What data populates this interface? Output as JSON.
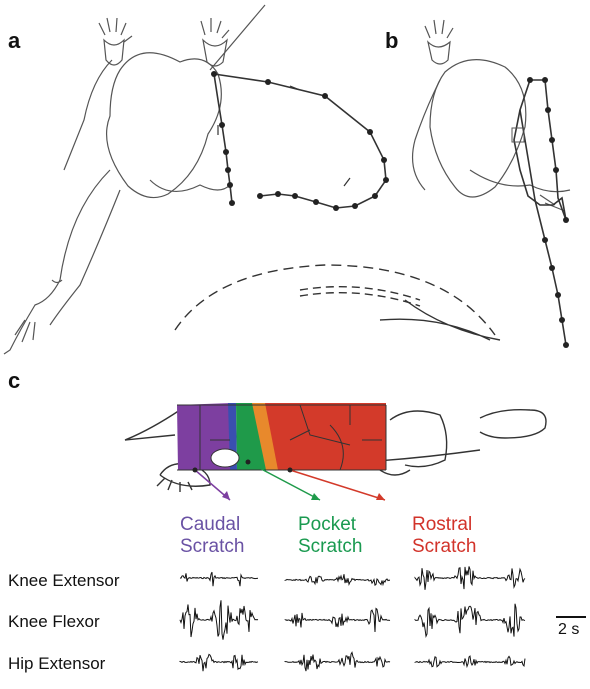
{
  "panels": {
    "a": {
      "label": "a"
    },
    "b": {
      "label": "b"
    },
    "c": {
      "label": "c"
    }
  },
  "scratch_types": [
    {
      "line1": "Caudal",
      "line2": "Scratch",
      "color": "#6a52a4"
    },
    {
      "line1": "Pocket",
      "line2": "Scratch",
      "color": "#1a9a50"
    },
    {
      "line1": "Rostral",
      "line2": "Scratch",
      "color": "#d2332a"
    }
  ],
  "region_colors": {
    "caudal": "#7d3fa0",
    "blue_strip": "#3a4fb0",
    "pocket": "#1f9a4a",
    "orange_strip": "#e8892c",
    "rostral": "#d33a2a"
  },
  "muscles": [
    {
      "name": "Knee Extensor"
    },
    {
      "name": "Knee Flexor"
    },
    {
      "name": "Hip Extensor"
    }
  ],
  "scale_bar": {
    "label": "2 s"
  }
}
